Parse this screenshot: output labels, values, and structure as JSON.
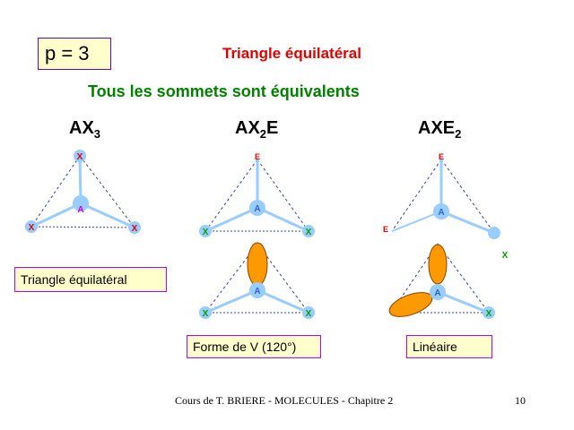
{
  "header": {
    "p_label": "p = 3",
    "title": "Triangle équilatéral",
    "subtitle": "Tous les sommets sont équivalents"
  },
  "formulas": {
    "f1": {
      "base": "AX",
      "sub": "3",
      "tail": ""
    },
    "f2": {
      "base": "AX",
      "sub": "2",
      "tail": "E"
    },
    "f3": {
      "base": "AXE",
      "sub": "2",
      "tail": ""
    }
  },
  "atoms": {
    "central": "A",
    "ligand": "X",
    "lone_pair": "E"
  },
  "labels": {
    "ax3": "Triangle équilatéral",
    "ax2e": "Forme de V (120°)",
    "axe2": "Linéaire"
  },
  "footer": {
    "text": "Cours de T. BRIERE - MOLECULES - Chapitre 2",
    "page": "10"
  },
  "colors": {
    "title_red": "#e00000",
    "subtitle_green": "#008000",
    "bond_blue": "#99ccff",
    "central_atom": "#3366cc",
    "ligand_red": "#e00000",
    "ligand_green": "#00a000",
    "lone_pair_orange": "#ff9900"
  }
}
